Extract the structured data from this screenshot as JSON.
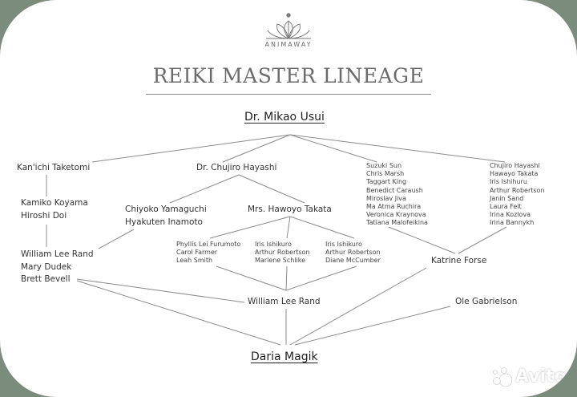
{
  "brand": "ANIMAWAY",
  "title": "REIKI MASTER LINEAGE",
  "root": "Dr. Mikao Usui",
  "col1": {
    "n1": "Kan'ichi Taketomi",
    "n2": [
      "Kamiko Koyama",
      "Hiroshi Doi"
    ],
    "n3": [
      "William Lee Rand",
      "Mary Dudek",
      "Brett Bevell"
    ]
  },
  "hayashi": "Dr. Chujiro Hayashi",
  "yamaguchi": [
    "Chiyoko Yamaguchi",
    "Hyakuten Inamoto"
  ],
  "takata": "Mrs. Hawoyo Takata",
  "takata_students": [
    [
      "Phyllis Lei Furumoto",
      "Carol Farmer",
      "Leah Smith"
    ],
    [
      "Iris Ishikuro",
      "Arthur Robertson",
      "Marlene Schlike"
    ],
    [
      "Iris Ishikuro",
      "Arthur Robertson",
      "Diane McCumber"
    ]
  ],
  "list_a": [
    "Suzuki Sun",
    "Chris Marsh",
    "Taggart King",
    "Benedict Caraush",
    "Miroslav Jiva",
    "Ma Atma Ruchira",
    "Veronica Kraynova",
    "Tatiana Malofeikina"
  ],
  "list_b": [
    "Chujiro Hayashi",
    "Hawayo Takata",
    "Iris Ishihuru",
    "Arthur Robertson",
    "Janin Sand",
    "Laura Feit",
    "Irina Kozlova",
    "Irina Bannykh"
  ],
  "forse": "Katrine Forse",
  "rand": "William Lee Rand",
  "gabrielson": "Ole Gabrielson",
  "final": "Daria Magik",
  "watermark": "Avito",
  "colors": {
    "frame": "#7b8b7c",
    "card": "#ffffff",
    "line": "#8c8c8c",
    "text": "#333333"
  }
}
